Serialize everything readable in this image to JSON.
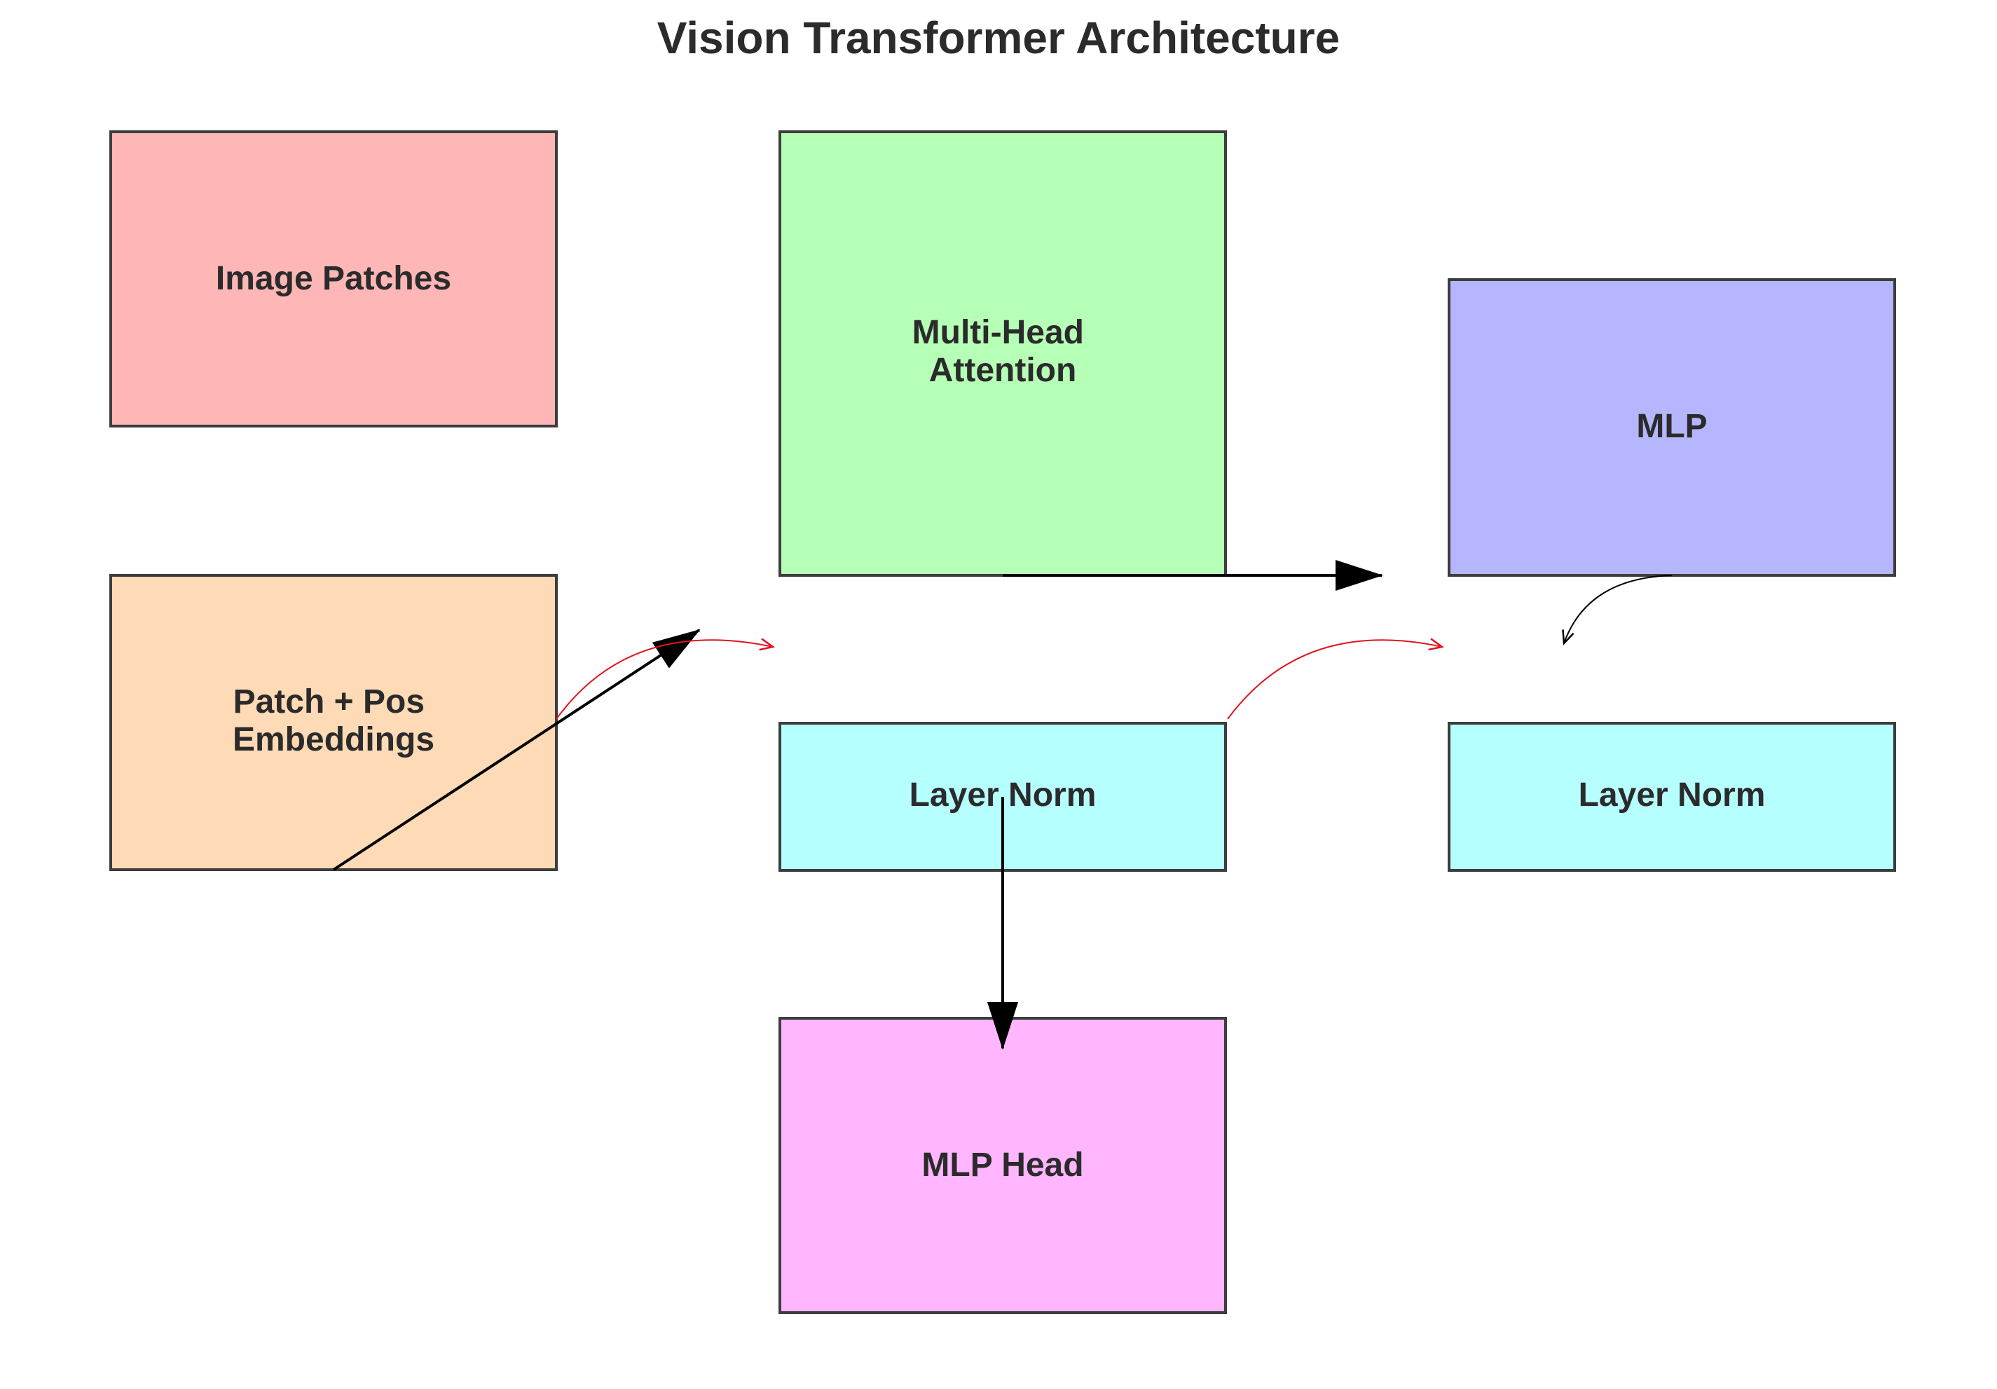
{
  "diagram": {
    "title": "Vision Transformer Architecture",
    "colors": {
      "image_patches": "#ffb6b6",
      "embeddings": "#fedab6",
      "attention": "#b6ffb6",
      "mlp": "#b6b6ff",
      "layer_norm": "#b6ffff",
      "mlp_head": "#ffb6ff",
      "border": "#3d3d3d",
      "arrow_main": "#000000",
      "arrow_residual": "#e0141e"
    },
    "nodes": {
      "image_patches": {
        "lines": [
          "Image Patches"
        ]
      },
      "embeddings": {
        "lines": [
          "Patch + Pos",
          "Embeddings"
        ]
      },
      "attention": {
        "lines": [
          "Multi-Head",
          "Attention"
        ]
      },
      "mlp": {
        "lines": [
          "MLP"
        ]
      },
      "layer_norm_1": {
        "lines": [
          "Layer Norm"
        ]
      },
      "layer_norm_2": {
        "lines": [
          "Layer Norm"
        ]
      },
      "mlp_head": {
        "lines": [
          "MLP Head"
        ]
      }
    }
  }
}
